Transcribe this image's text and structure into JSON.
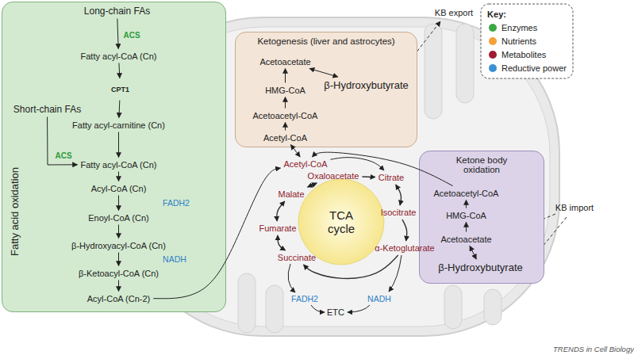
{
  "diagram": {
    "nodes": [
      {
        "text": [
          "Fatty acid oxidation"
        ]
      },
      {
        "text": [
          "Long-chain FAs"
        ],
        "in": 0
      },
      {
        "text": [
          "Fatty acyl-CoA (Cn)"
        ],
        "in": 0
      },
      {
        "text": [
          "CPT1"
        ],
        "in": 0
      },
      {
        "text": [
          "Fatty acyl-carnitine (Cn)"
        ],
        "in": 0
      },
      {
        "text": [
          "Short-chain FAs"
        ],
        "in": 0
      },
      {
        "text": [
          "Fatty acyl-CoA (Cn)"
        ],
        "in": 0
      },
      {
        "text": [
          "Acyl-CoA (Cn)"
        ],
        "in": 0
      },
      {
        "text": [
          "Enoyl-CoA (Cn)"
        ],
        "in": 0
      },
      {
        "text": [
          "β-Hydroxyacyl-CoA (Cn)"
        ],
        "in": 0
      },
      {
        "text": [
          "β-Ketoacyl-CoA (Cn)"
        ],
        "in": 0
      },
      {
        "text": [
          "Acyl-CoA (Cn-2)"
        ],
        "in": 0
      },
      {
        "text": [
          "Ketogenesis (liver and astrocytes)"
        ]
      },
      {
        "text": [
          "Acetoacetate"
        ],
        "in": 12
      },
      {
        "text": [
          "HMG-CoA"
        ],
        "in": 12
      },
      {
        "text": [
          "Acetoacetyl-CoA"
        ],
        "in": 12
      },
      {
        "text": [
          "Acetyl-CoA"
        ],
        "in": 12
      },
      {
        "text": [
          "β-Hydroxybutyrate"
        ],
        "in": 12
      },
      {
        "text": [
          "Acetyl-CoA"
        ]
      },
      {
        "text": [
          "TCA cycle"
        ]
      },
      {
        "text": [
          "Malate"
        ]
      },
      {
        "text": [
          "Oxaloacetate"
        ]
      },
      {
        "text": [
          "Citrate"
        ]
      },
      {
        "text": [
          "Isocitrate"
        ]
      },
      {
        "text": [
          "α-Ketoglutarate"
        ]
      },
      {
        "text": [
          "Succinate"
        ]
      },
      {
        "text": [
          "Fumarate"
        ]
      },
      {
        "text": [
          "Ketone body oxidation"
        ]
      },
      {
        "text": [
          "Acetoacetyl-CoA"
        ],
        "in": 27
      },
      {
        "text": [
          "HMG-CoA"
        ],
        "in": 27
      },
      {
        "text": [
          "Acetoacetate"
        ],
        "in": 27
      },
      {
        "text": [
          "β-Hydroxybutyrate"
        ],
        "in": 27
      }
    ],
    "edges": [
      {
        "from": 1,
        "to": 2,
        "arrow": "to"
      },
      {
        "from": 2,
        "to": 3,
        "arrow": "to"
      },
      {
        "from": 3,
        "to": 4,
        "arrow": "to"
      },
      {
        "from": 4,
        "to": 6,
        "arrow": "to"
      },
      {
        "from": 5,
        "to": 6,
        "arrow": "to"
      },
      {
        "from": 6,
        "to": 7,
        "arrow": "to"
      },
      {
        "from": 7,
        "to": 8,
        "arrow": "to"
      },
      {
        "from": 8,
        "to": 9,
        "arrow": "to"
      },
      {
        "from": 9,
        "to": 10,
        "arrow": "to"
      },
      {
        "from": 10,
        "to": 11,
        "arrow": "to"
      },
      {
        "from": 11,
        "to": 18,
        "arrow": "to"
      },
      {
        "from": 16,
        "to": 18,
        "arrow": "both"
      },
      {
        "from": 16,
        "to": 15,
        "arrow": "to"
      },
      {
        "from": 15,
        "to": 14,
        "arrow": "to"
      },
      {
        "from": 14,
        "to": 13,
        "arrow": "to"
      },
      {
        "from": 13,
        "to": 17,
        "arrow": "both"
      },
      {
        "from": 18,
        "to": 22,
        "arrow": "to"
      },
      {
        "from": 21,
        "to": 22,
        "arrow": "to"
      },
      {
        "from": 22,
        "to": 23,
        "arrow": "both"
      },
      {
        "from": 23,
        "to": 24,
        "arrow": "to"
      },
      {
        "from": 24,
        "to": 25,
        "arrow": "to"
      },
      {
        "from": 25,
        "to": 26,
        "arrow": "both"
      },
      {
        "from": 26,
        "to": 20,
        "arrow": "both"
      },
      {
        "from": 20,
        "to": 21,
        "arrow": "both"
      },
      {
        "from": 31,
        "to": 30,
        "arrow": "both"
      },
      {
        "from": 30,
        "to": 29,
        "arrow": "to"
      },
      {
        "from": 29,
        "to": 28,
        "arrow": "to"
      },
      {
        "from": 28,
        "to": 18,
        "arrow": "to"
      }
    ],
    "labels": [
      "ACS",
      "ACS",
      "FADH2",
      "NADH",
      "KB export",
      "KB import",
      "FADH2",
      "ETC",
      "NADH",
      "Key:",
      "TRENDS in Cell Biology"
    ],
    "legend": [
      {
        "text": "Enzymes",
        "color": "#3aa843"
      },
      {
        "text": "Nutrients",
        "color": "#f5a13a"
      },
      {
        "text": "Metabolites",
        "color": "#a01c34"
      },
      {
        "text": "Reductive power",
        "color": "#3b8fd4"
      }
    ]
  }
}
